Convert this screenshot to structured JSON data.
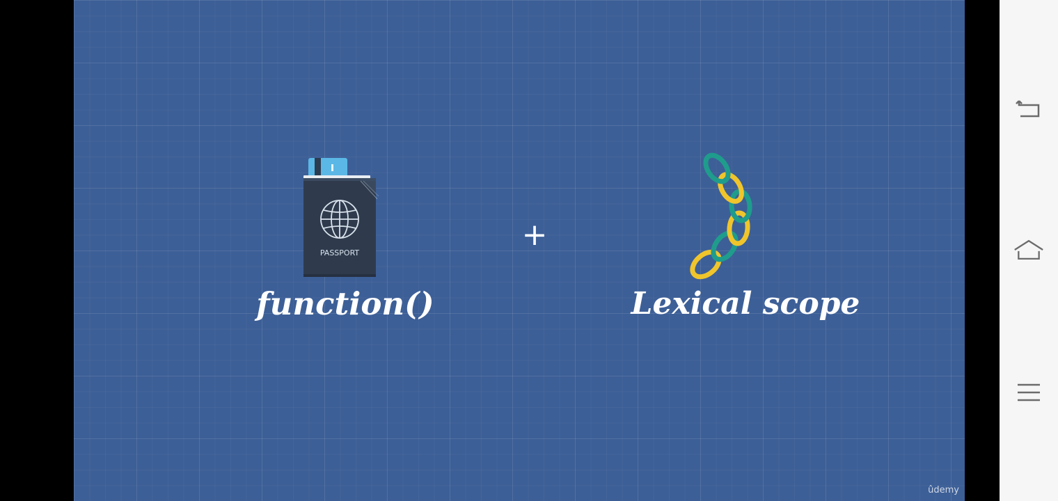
{
  "slide": {
    "left_label": "function()",
    "operator": "+",
    "right_label": "Lexical scope",
    "passport_text": "PASSPORT",
    "watermark": "ûdemy",
    "background_color": "#3d5f97"
  },
  "icons": {
    "left_illustration": "passport-icon",
    "right_illustration": "chain-icon"
  },
  "colors": {
    "passport_cover": "#2f3b4d",
    "ticket": "#5bb8e6",
    "chain_teal": "#1f9c8c",
    "chain_yellow": "#f0c52c",
    "navbar_bg": "#f6f6f6",
    "navbar_icon": "#6b6b6b"
  },
  "navbar": {
    "back": "back-icon",
    "home": "home-icon",
    "menu": "menu-icon"
  }
}
